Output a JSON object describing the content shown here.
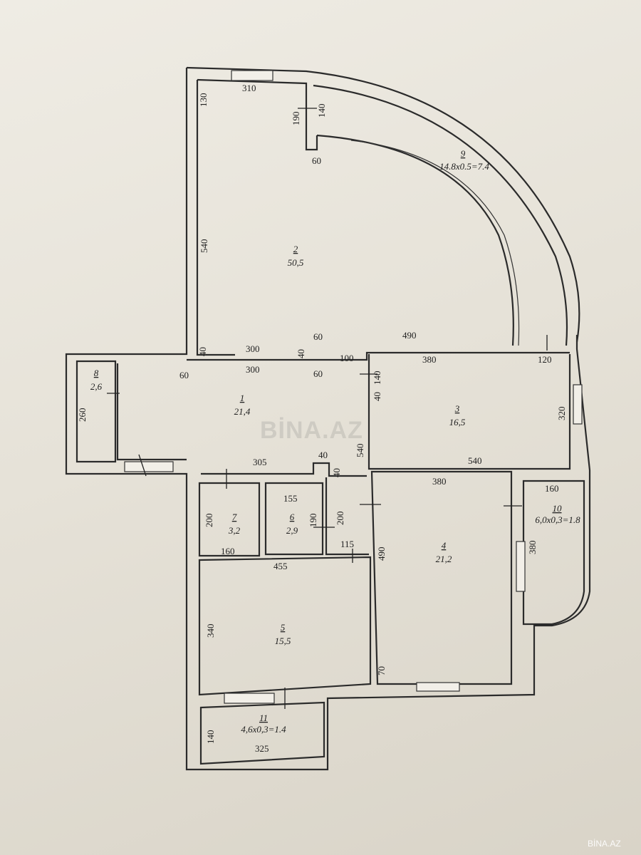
{
  "rooms": [
    {
      "id": "r1",
      "number": "1",
      "area": "21,4"
    },
    {
      "id": "r2",
      "number": "2",
      "area": "50,5"
    },
    {
      "id": "r3",
      "number": "3",
      "area": "16,5"
    },
    {
      "id": "r4",
      "number": "4",
      "area": "21,2"
    },
    {
      "id": "r5",
      "number": "5",
      "area": "15,5"
    },
    {
      "id": "r6",
      "number": "6",
      "area": "2,9"
    },
    {
      "id": "r7",
      "number": "7",
      "area": "3,2"
    },
    {
      "id": "r8",
      "number": "8",
      "area": "2,6"
    },
    {
      "id": "r9",
      "number": "9",
      "area": "14.8x0.5=7.4"
    },
    {
      "id": "r10",
      "number": "10",
      "area": "6,0x0,3=1.8"
    },
    {
      "id": "r11",
      "number": "11",
      "area": "4,6x0,3=1.4"
    }
  ],
  "dimensions": {
    "d310": "310",
    "d130": "130",
    "d190": "190",
    "d140a": "140",
    "d60a": "60",
    "d540a": "540",
    "d60b": "60",
    "d490a": "490",
    "d40a": "40",
    "d300a": "300",
    "d40b": "40",
    "d100": "100",
    "d380a": "380",
    "d120": "120",
    "d60c": "60",
    "d300b": "300",
    "d60d": "60",
    "d140b": "140",
    "d40c": "40",
    "d260": "260",
    "d320": "320",
    "d540b": "540",
    "d305": "305",
    "d40d": "40",
    "d40e": "40",
    "d540c": "540",
    "d380b": "380",
    "d160a": "160",
    "d155": "155",
    "d200a": "200",
    "d190b": "190",
    "d200b": "200",
    "d160b": "160",
    "d115": "115",
    "d455": "455",
    "d490b": "490",
    "d380c": "380",
    "d340": "340",
    "d70": "70",
    "d140c": "140",
    "d325": "325"
  },
  "watermark": {
    "center": "BİNA.AZ",
    "corner": "BİNA.AZ"
  }
}
